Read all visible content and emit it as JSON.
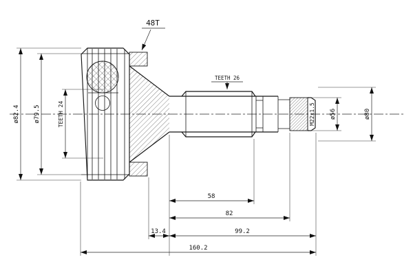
{
  "drawing": {
    "kind": "cv-joint-technical-drawing",
    "background": "#ffffff",
    "line_color": "#151515"
  },
  "labels": {
    "abs_ring_teeth": "48T",
    "housing_outer_dia": "ø82.4",
    "housing_inner_dia": "ø79.5",
    "inner_spline": "TEETH 24",
    "shaft_spline": "TEETH 26",
    "thread_spec": "M22x1.5",
    "dia_56": "ø56",
    "dia_80": "ø80"
  },
  "dimensions": {
    "spline_length": "58",
    "to_thread": "82",
    "neck_length": "13.4",
    "shaft_length": "99.2",
    "overall_length": "160.2"
  }
}
